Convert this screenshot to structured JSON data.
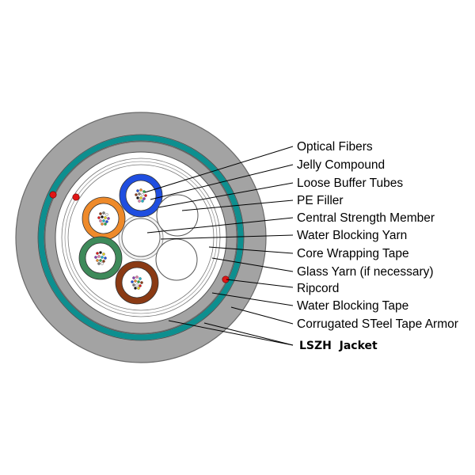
{
  "diagram": {
    "labels": [
      {
        "id": "optical-fibers",
        "text": "Optical Fibers"
      },
      {
        "id": "jelly-compound",
        "text": "Jelly Compound"
      },
      {
        "id": "loose-buffer-tubes",
        "text": "Loose Buffer Tubes"
      },
      {
        "id": "pe-filler",
        "text": "PE Filler"
      },
      {
        "id": "central-strength-member",
        "text": "Central Strength Member"
      },
      {
        "id": "water-blocking-yarn",
        "text": "Water Blocking Yarn"
      },
      {
        "id": "core-wrapping-tape",
        "text": "Core Wrapping Tape"
      },
      {
        "id": "glass-yarn",
        "text": "Glass Yarn (if necessary)"
      },
      {
        "id": "ripcord",
        "text": "Ripcord"
      },
      {
        "id": "water-blocking-tape",
        "text": "Water Blocking Tape"
      },
      {
        "id": "corrugated-steel-tape-armor",
        "text": "Corrugated STeel Tape Armor"
      },
      {
        "id": "lszh-jacket",
        "text": "LSZH  Jacket"
      }
    ],
    "colors": {
      "jacket": "#a3a3a3",
      "armor": "#0d8f8f",
      "tube_blue": "#1f4ee0",
      "tube_orange": "#ee8a2a",
      "tube_green": "#3e8a5a",
      "tube_brown": "#8a3a14",
      "ripcord": "#e01616",
      "filler": "#ffffff",
      "background": "#ffffff"
    }
  }
}
